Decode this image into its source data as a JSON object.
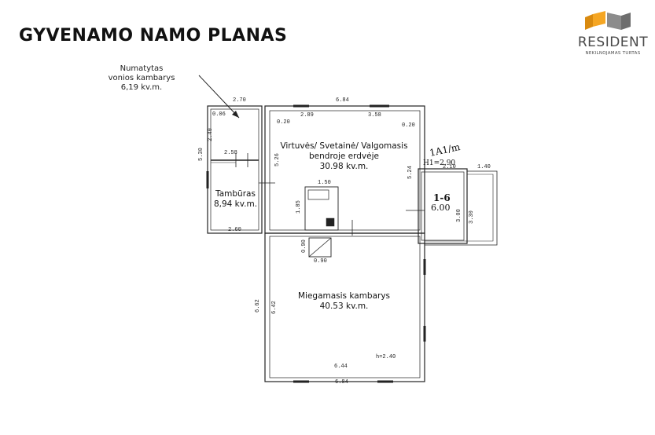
{
  "title": "GYVENAMO NAMO PLANAS",
  "logo": {
    "brand": "RESIDENT",
    "subtitle": "NEKILNOJAMAS TURTAS",
    "colors": {
      "orange": "#f5a623",
      "grey": "#8c8c8c"
    }
  },
  "annotation": {
    "line1": "Numatytas",
    "line2": "vonios kambarys",
    "line3": "6,19 kv.m."
  },
  "rooms": {
    "virtuve": {
      "line1": "Virtuvės/ Svetainė/ Valgomasis",
      "line2": "bendroje erdvėje",
      "area": "30.98 kv.m."
    },
    "tamburas": {
      "name": "Tambūras",
      "area": "8,94 kv.m."
    },
    "miegamasis": {
      "name": "Miegamasis kambarys",
      "area": "40.53 kv.m."
    },
    "porch": {
      "name": "1-6",
      "value": "6.00"
    }
  },
  "dimensions": {
    "d270": "2.70",
    "d684_top": "6.84",
    "d006": "0.06",
    "d240": "2.40",
    "d258": "2.58",
    "d530": "5.30",
    "d260": "2.60",
    "d020a": "0.20",
    "d289": "2.89",
    "d358": "3.58",
    "d020b": "0.20",
    "d526": "5.26",
    "d524": "5.24",
    "d150": "1.50",
    "d185": "1.85",
    "d090a": "0.90",
    "d090b": "0.90",
    "d642": "6.42",
    "d662": "6.62",
    "d644": "6.44",
    "d684_bottom": "6.84",
    "h240": "h=2.40",
    "d210": "2.10",
    "d140": "1.40",
    "d300": "3.00",
    "d330": "3.30",
    "label_1a": "1A1/m",
    "h1": "H1=2.90"
  }
}
